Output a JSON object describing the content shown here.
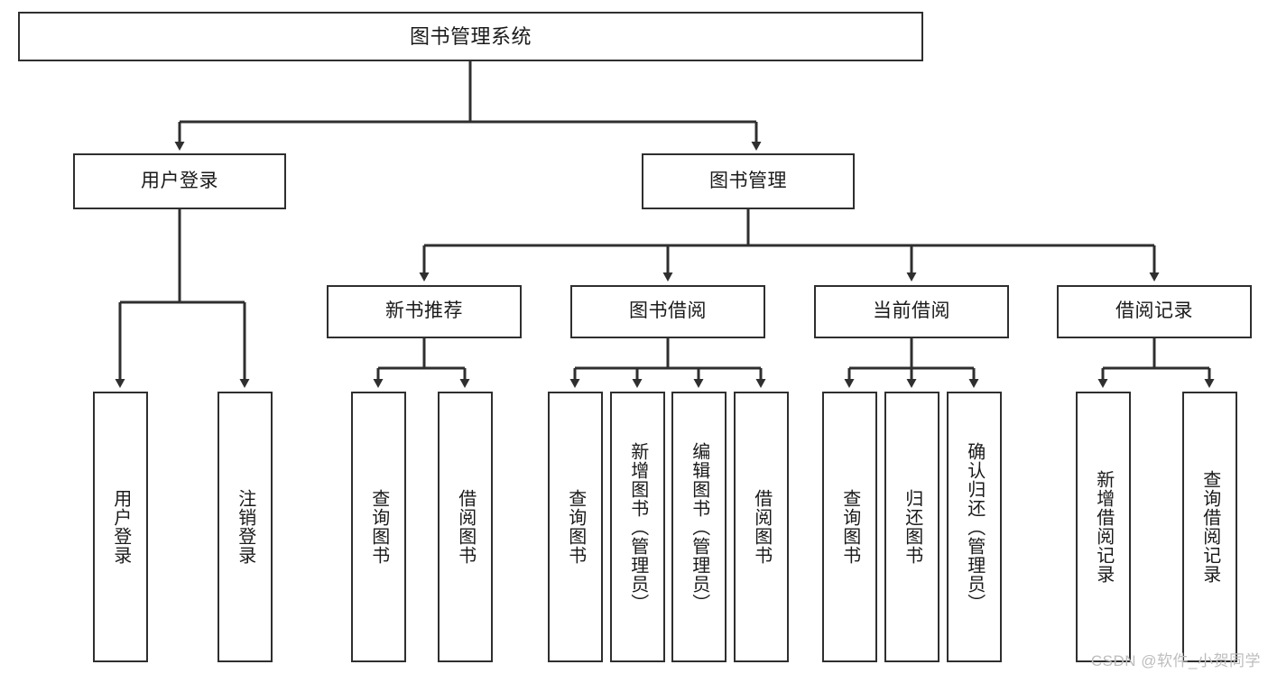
{
  "diagram": {
    "title": "图书管理系统",
    "watermark": "CSDN @软件_小贺同学",
    "type": "tree-hierarchy",
    "levels": 4,
    "colors": {
      "box_border": "#2f2f2f",
      "box_fill": "#ffffff",
      "connector": "#2f2f2f",
      "text": "#1a1a1a",
      "watermark": "#bdbdbd"
    },
    "root": {
      "label": "图书管理系统"
    },
    "level2": [
      {
        "id": "user-login",
        "label": "用户登录"
      },
      {
        "id": "book-manage",
        "label": "图书管理"
      }
    ],
    "level3": [
      {
        "id": "new-book-recommend",
        "label": "新书推荐"
      },
      {
        "id": "book-borrow",
        "label": "图书借阅"
      },
      {
        "id": "current-borrow",
        "label": "当前借阅"
      },
      {
        "id": "borrow-record",
        "label": "借阅记录"
      }
    ],
    "leaves": {
      "user_login": [
        {
          "id": "leaf-user-login",
          "label": "用户登录"
        },
        {
          "id": "leaf-logout-login",
          "label": "注销登录"
        }
      ],
      "new_book_recommend": [
        {
          "id": "leaf-query-book-1",
          "label": "查询图书"
        },
        {
          "id": "leaf-borrow-book-1",
          "label": "借阅图书"
        }
      ],
      "book_borrow": [
        {
          "id": "leaf-query-book-2",
          "label": "查询图书"
        },
        {
          "id": "leaf-add-book",
          "label": "新增图书（管理员）"
        },
        {
          "id": "leaf-edit-book",
          "label": "编辑图书（管理员）"
        },
        {
          "id": "leaf-borrow-book-2",
          "label": "借阅图书"
        }
      ],
      "current_borrow": [
        {
          "id": "leaf-query-book-3",
          "label": "查询图书"
        },
        {
          "id": "leaf-return-book",
          "label": "归还图书"
        },
        {
          "id": "leaf-confirm-return",
          "label": "确认归还（管理员）"
        }
      ],
      "borrow_record": [
        {
          "id": "leaf-add-record",
          "label": "新增借阅记录"
        },
        {
          "id": "leaf-query-record",
          "label": "查询借阅记录"
        }
      ]
    }
  }
}
